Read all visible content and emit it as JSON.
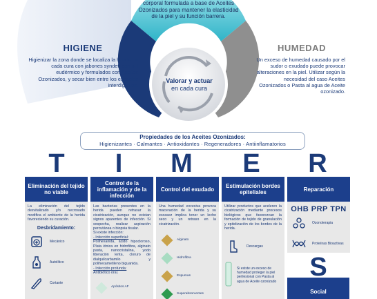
{
  "top_fragment": "corporal formulada a base de Aceites Ozonizados para mantener la elasticidad de la piel y su función barrera.",
  "higiene": {
    "title": "HIGIENE",
    "text": "Higienizar la zona donde se localiza la herida en cada cura con jabones syndet, con pH eudérmico y formulados con Aceites Ozonizados, y secar bien entre los espacios interdigitales."
  },
  "humedad": {
    "title": "HUMEDAD",
    "text": "Un exceso de humedad causado por el sudor o exudado puede provocar alteraciones en la piel. Utilizar según la necesidad del caso Aceites Ozonizados o Pasta al agua de Aceite ozonizado."
  },
  "center": {
    "line1": "Valorar y actuar",
    "line2": "en cada cura"
  },
  "properties": {
    "title": "Propiedades de los Aceites Ozonizados:",
    "list": "Higienizantes · Calmantes · Antioxidantes · Regeneradores · Antiinflamatorios"
  },
  "letters": [
    "T",
    "I",
    "M",
    "E",
    "R",
    "S"
  ],
  "columns": {
    "t": {
      "header": "Eliminación del tejido no viable",
      "text": "La eliminación del tejido desvitalizado y/o necrosado modifica el ambiente de la herida favoreciendo su curación.",
      "sub": "Desbridamiento:",
      "items": [
        "Mecánico",
        "Autolítico",
        "Cortante"
      ]
    },
    "i": {
      "header": "Control de la inflamación y de la infección",
      "text": "Las bacterias presentes en la herida pueden retrasar la cicatrización, aunque no existan signos aparentes de infección. Si sospecha, realizar aspiración percutánea o biopsia tisular.",
      "if_infection": "Si existe infección:",
      "superficial_label": "- Infección superficial:",
      "superficial_text": "Polihexanida, ácido hipocloroso, Plata iónica en hidrofibra, alginato pasta, nanocristalina, yodo liberación lenta, cloruro de dialquilcarbamilo y polihexametileno biguanida.",
      "deep_label": "- Infección profunda:",
      "deep_text": "Antibiótico oral.",
      "item": "Apósitos AF"
    },
    "m": {
      "header": "Control del exudado",
      "text": "Una humedad excesiva provoca maceración de la herida y su escasez implica tener un lecho seco y un retraso en la cicatrización.",
      "items": [
        "Alginato",
        "Hidrofibra",
        "Espumas",
        "Superabsorventes"
      ]
    },
    "e": {
      "header": "Estimulación bordes epiteliales",
      "text": "Utilizar productos que aceleren la cicatrización mediante procesos biológicos que favorezcan la formación de tejido de granulación y epitelización de los bordes de la herida.",
      "item1": "Descargas",
      "item2": "Si existe un exceso de humedad proteger la piel perilesional con Pasta al agua de Aceite ozonizado"
    },
    "r": {
      "header": "Reparación",
      "abbr": "OHB PRP TPN",
      "items": [
        "Ozonoterapia",
        "Proteínas Bioactivas"
      ]
    },
    "s": {
      "header": "Social"
    }
  },
  "colors": {
    "navy": "#1c3f8c",
    "teal": "#38c3d3",
    "gray": "#8a8a8a",
    "panel": "#e8e8e8",
    "amber": "#c9a24a",
    "mint": "#a8dcc2",
    "green": "#2e9a4f",
    "light_green": "#cfe9dc"
  }
}
